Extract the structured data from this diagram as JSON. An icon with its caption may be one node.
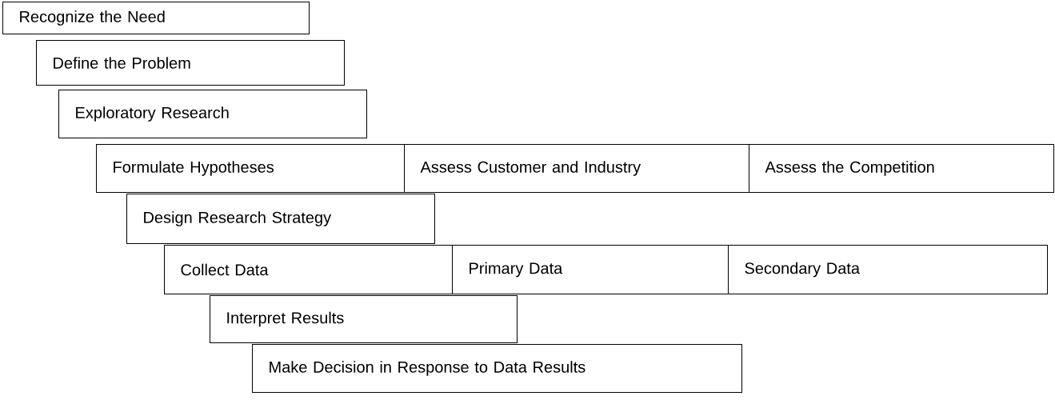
{
  "diagram": {
    "nodes": [
      {
        "text": [
          "Recognize the Need"
        ]
      },
      {
        "text": [
          "Define the Problem"
        ]
      },
      {
        "text": [
          "Exploratory Research"
        ]
      },
      {
        "text": [
          "Formulate Hypotheses"
        ]
      },
      {
        "text": [
          "Assess Customer and Industry"
        ]
      },
      {
        "text": [
          "Assess the Competition"
        ]
      },
      {
        "text": [
          "Design Research Strategy"
        ]
      },
      {
        "text": [
          "Collect Data"
        ]
      },
      {
        "text": [
          "Primary Data"
        ]
      },
      {
        "text": [
          "Secondary Data"
        ]
      },
      {
        "text": [
          "Interpret Results"
        ]
      },
      {
        "text": [
          "Make Decision in Response to Data Results"
        ]
      }
    ]
  }
}
